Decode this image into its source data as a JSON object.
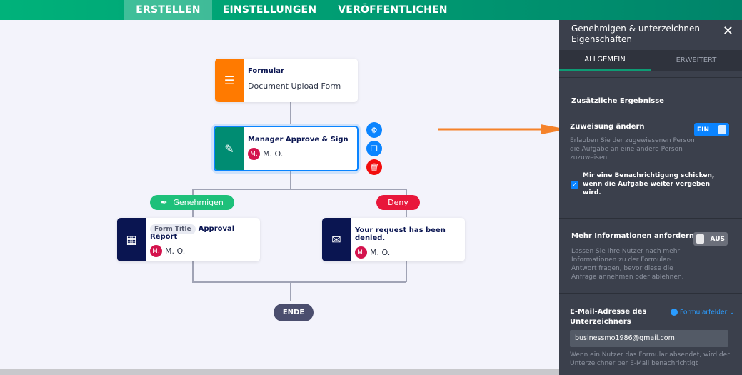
{
  "topbar": {
    "tabs": [
      "ERSTELLEN",
      "EINSTELLUNGEN",
      "VERÖFFENTLICHEN"
    ],
    "active": "ERSTELLEN"
  },
  "flow": {
    "form_node": {
      "title": "Formular",
      "subtitle": "Document Upload Form"
    },
    "approve_node": {
      "title": "Manager Approve & Sign",
      "avatar": "M.",
      "assignee": "M. O."
    },
    "approve_branch": {
      "label": "Genehmigen"
    },
    "deny_branch": {
      "label": "Deny"
    },
    "report_node": {
      "tag": "Form Title",
      "title": "Approval Report",
      "avatar": "M.",
      "assignee": "M. O."
    },
    "deny_node": {
      "title": "Your request has been denied.",
      "avatar": "M.",
      "assignee": "M. O."
    },
    "end": {
      "label": "ENDE"
    }
  },
  "panel": {
    "title": "Genehmigen & unterzeichnen Eigenschaften",
    "tabs": [
      "ALLGEMEIN",
      "ERWEITERT"
    ],
    "section": "Zusätzliche Ergebnisse",
    "reassign": {
      "label": "Zuweisung ändern",
      "toggle": "EIN",
      "desc": "Erlauben Sie der zugewiesenen Person die Aufgabe an eine andere Person zuzuweisen.",
      "checkbox": "Mir eine Benachrichtigung schicken, wenn die Aufgabe weiter vergeben wird."
    },
    "moreinfo": {
      "label": "Mehr Informationen anfordern",
      "toggle": "AUS",
      "desc": "Lassen Sie Ihre Nutzer nach mehr Informationen zu der Formular-Antwort fragen, bevor diese die Anfrage annehmen oder ablehnen."
    },
    "email": {
      "label": "E-Mail-Adresse des Unterzeichners",
      "fields_link": "Formularfelder",
      "value": "businessmo1986@gmail.com",
      "desc": "Wenn ein Nutzer das Formular absendet, wird der Unterzeichner per E-Mail benachrichtigt"
    }
  },
  "colors": {
    "green": "#00a878",
    "orange": "#ff7a00",
    "teal": "#008c72",
    "navy": "#0a1551",
    "red": "#e8173b",
    "blue": "#0a84ff"
  }
}
